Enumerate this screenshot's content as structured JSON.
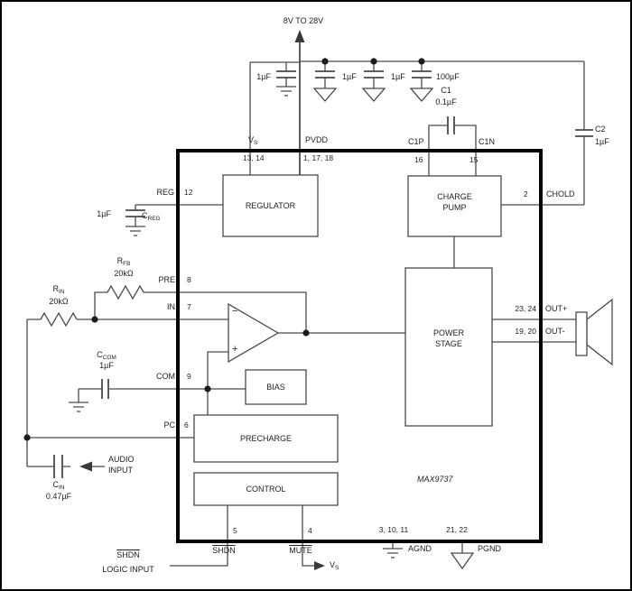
{
  "colors": {
    "wire": "#4c4a47",
    "text": "#242120",
    "ic_border": "#000000",
    "background": "#ffffff"
  },
  "supply": {
    "label": "8V TO 28V"
  },
  "components": {
    "cap_vs_bypass": {
      "value": "1µF"
    },
    "cap_pvdd1": {
      "value": "1µF"
    },
    "cap_pvdd2": {
      "value": "1µF"
    },
    "cap_bulk": {
      "value": "100µF"
    },
    "c1": {
      "name": "C1",
      "value": "0.1µF"
    },
    "c2": {
      "name": "C2",
      "value": "1µF"
    },
    "creg": {
      "name_main": "C",
      "name_sub": "REG",
      "value": "1µF"
    },
    "ccom": {
      "name_main": "C",
      "name_sub": "COM",
      "value": "1µF"
    },
    "cin": {
      "name_main": "C",
      "name_sub": "IN",
      "value": "0.47µF"
    },
    "rin": {
      "name_main": "R",
      "name_sub": "IN",
      "value": "20kΩ"
    },
    "rfb": {
      "name_main": "R",
      "name_sub": "FB",
      "value": "20kΩ"
    }
  },
  "ic": {
    "part_number": "MAX9737",
    "blocks": {
      "regulator": "REGULATOR",
      "charge_pump": [
        "CHARGE",
        "PUMP"
      ],
      "power_stage": [
        "POWER",
        "STAGE"
      ],
      "bias": "BIAS",
      "precharge": "PRECHARGE",
      "control": "CONTROL"
    },
    "opamp": {
      "inverting": "−",
      "noninverting": "+"
    },
    "pins": {
      "vs": {
        "main": "V",
        "sub": "S",
        "numbers": "13, 14"
      },
      "pvdd": {
        "name": "PVDD",
        "numbers": "1, 17, 18"
      },
      "c1p": {
        "name": "C1P",
        "number": "16"
      },
      "c1n": {
        "name": "C1N",
        "number": "15"
      },
      "chold": {
        "name": "CHOLD",
        "number": "2"
      },
      "reg": {
        "name": "REG",
        "number": "12"
      },
      "pre": {
        "name": "PRE",
        "number": "8"
      },
      "in": {
        "name": "IN",
        "number": "7"
      },
      "com": {
        "name": "COM",
        "number": "9"
      },
      "pc": {
        "name": "PC",
        "number": "6"
      },
      "shdn": {
        "name": "SHDN",
        "number": "5"
      },
      "mute": {
        "name": "MUTE",
        "number": "4"
      },
      "agnd": {
        "name": "AGND",
        "numbers": "3, 10, 11"
      },
      "pgnd": {
        "name": "PGND",
        "numbers": "21, 22"
      },
      "out_pos": {
        "name": "OUT+",
        "numbers": "23, 24"
      },
      "out_neg": {
        "name": "OUT-",
        "numbers": "19, 20"
      }
    }
  },
  "io": {
    "audio_input": [
      "AUDIO",
      "INPUT"
    ],
    "shdn_logic": {
      "signal": "SHDN",
      "desc": "LOGIC INPUT"
    },
    "mute_target": {
      "main": "V",
      "sub": "S"
    }
  }
}
